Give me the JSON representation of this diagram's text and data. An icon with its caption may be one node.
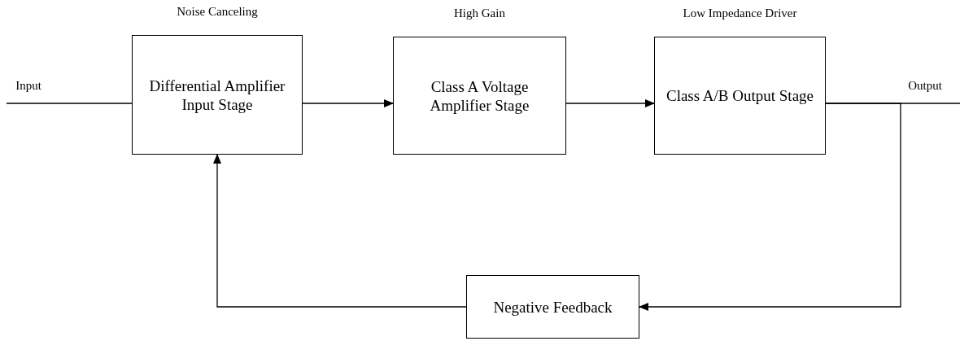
{
  "diagram": {
    "nodes": [
      {
        "text": [
          "Differential Amplifier Input Stage"
        ],
        "beside": [
          "Noise Canceling"
        ]
      },
      {
        "text": [
          "Class A Voltage Amplifier Stage"
        ],
        "beside": [
          "High Gain"
        ]
      },
      {
        "text": [
          "Class A/B Output Stage"
        ],
        "beside": [
          "Low Impedance Driver"
        ]
      },
      {
        "text": [
          "Negative Feedback"
        ]
      }
    ],
    "edges": [
      {
        "from": null,
        "to": 0,
        "arrow": "none",
        "label": "Input"
      },
      {
        "from": 0,
        "to": 1,
        "arrow": "to"
      },
      {
        "from": 1,
        "to": 2,
        "arrow": "to"
      },
      {
        "from": 2,
        "to": null,
        "arrow": "none",
        "label": "Output"
      },
      {
        "from": 2,
        "to": 3,
        "arrow": "to"
      },
      {
        "from": 3,
        "to": 0,
        "arrow": "to"
      }
    ]
  }
}
